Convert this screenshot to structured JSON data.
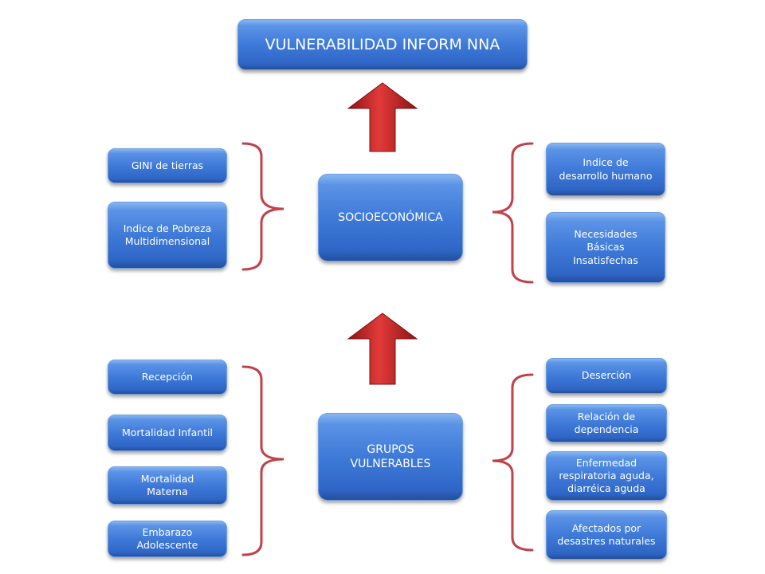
{
  "title": "VULNERABILIDAD INFORM NNA",
  "socio": {
    "label": "SOCIOECONÓMICA",
    "left": [
      "GINI de tierras",
      "Indice de Pobreza\nMultidimensional"
    ],
    "right": [
      "Indice de\ndesarrollo humano",
      "Necesidades\nBásicas\nInsatisfechas"
    ]
  },
  "grupos": {
    "label": "GRUPOS\nVULNERABLES",
    "left": [
      "Recepción",
      "Mortalidad Infantil",
      "Mortalidad\nMaterna",
      "Embarazo\nAdolescente"
    ],
    "right": [
      "Deserción",
      "Relación de\ndependencia",
      "Enfermedad\nrespiratoria aguda,\ndiarréica aguda",
      "Afectados por\ndesastres naturales"
    ]
  },
  "colors": {
    "box": "#3f7ad9",
    "arrow": "#d42a2a",
    "brace": "#c0424a"
  }
}
